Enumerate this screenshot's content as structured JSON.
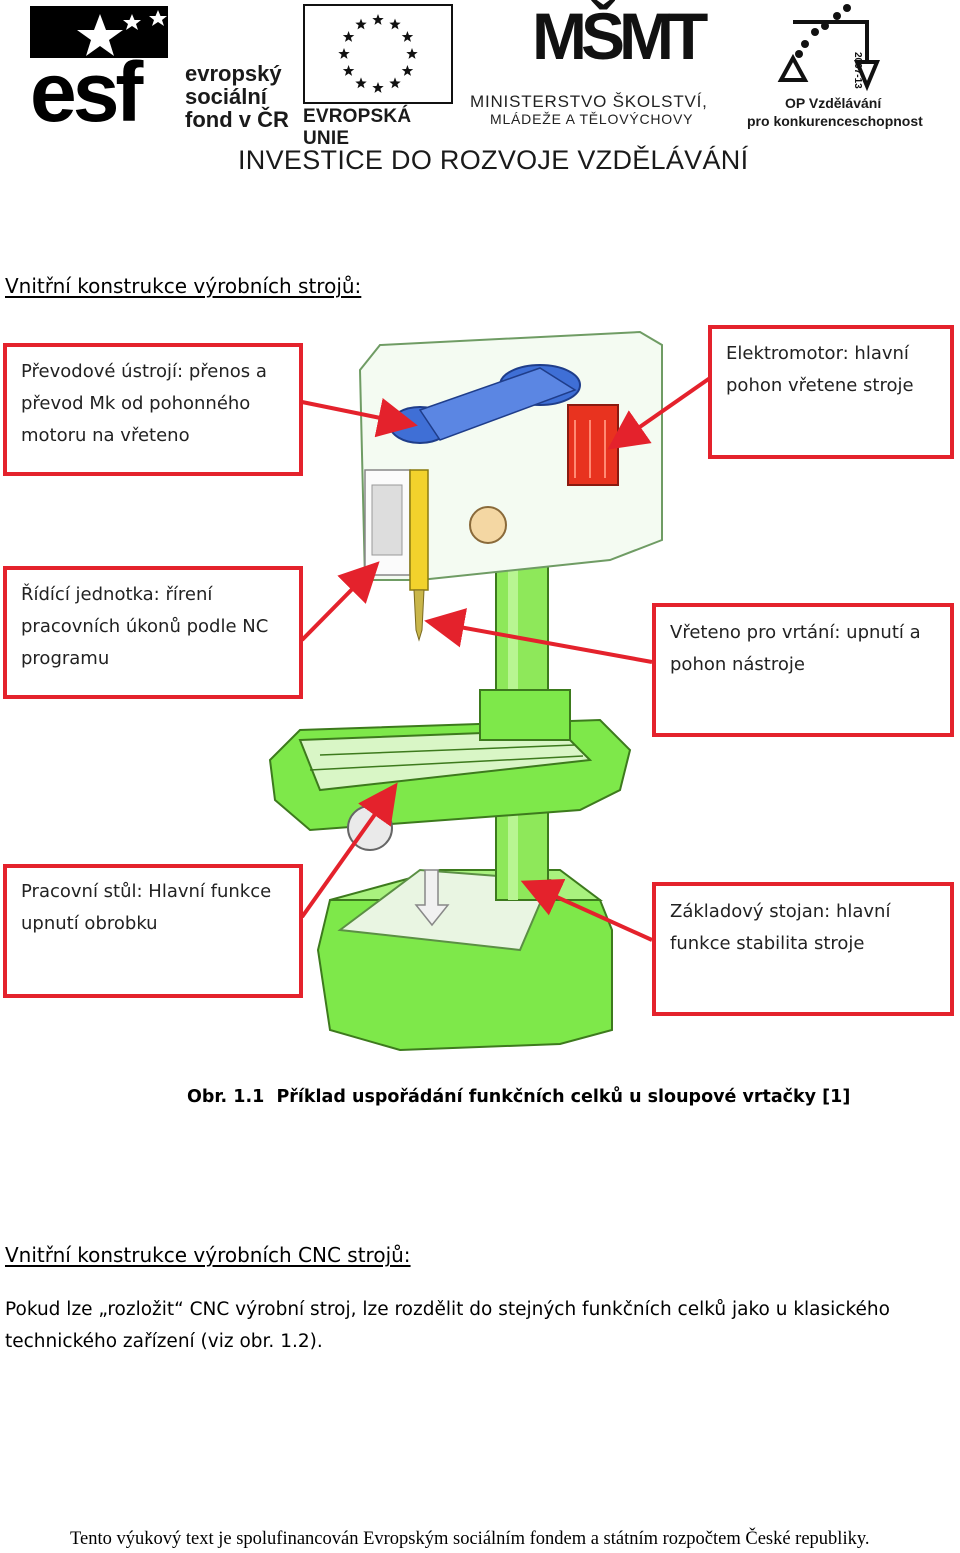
{
  "header": {
    "esf_letters": "esf",
    "esf_lines": [
      "evropský",
      "sociální",
      "fond v ČR"
    ],
    "eu_label": "EVROPSKÁ UNIE",
    "msmt_mark": "MŠMT",
    "msmt_line1": "MINISTERSTVO ŠKOLSTVÍ,",
    "msmt_line2": "MLÁDEŽE A TĚLOVÝCHOVY",
    "op_years": "2007-13",
    "op_line1": "OP Vzdělávání",
    "op_line2": "pro konkurenceschopnost",
    "slogan": "INVESTICE DO ROZVOJE VZDĚLÁVÁNÍ"
  },
  "section1": {
    "heading": "Vnitřní konstrukce výrobních strojů:"
  },
  "callouts": {
    "transmission": "Převodové ústrojí: přenos a převod Mk od pohonného motoru na vřeteno",
    "motor": "Elektromotor: hlavní pohon vřetene stroje",
    "control": "Řídící jednotka: řírení pracovních úkonů podle NC programu",
    "spindle": "Vřeteno pro vrtání: upnutí a pohon nástroje",
    "table": "Pracovní stůl: Hlavní funkce upnutí obrobku",
    "base": "Základový stojan: hlavní funkce stabilita stroje"
  },
  "figure": {
    "caption": "Obr. 1.1  Příklad uspořádání funkčních celků u sloupové vrtačky [1]"
  },
  "section2": {
    "heading": "Vnitřní konstrukce výrobních CNC strojů:",
    "paragraph": "Pokud lze „rozložit“ CNC výrobní stroj, lze rozdělit do stejných funkčních celků jako u klasického technického zařízení (viz obr. 1.2)."
  },
  "footer": {
    "text": "Tento výukový text je spolufinancován Evropským sociálním fondem a státním rozpočtem České republiky."
  },
  "colors": {
    "callout_red": "#e4222c",
    "machine_green": "#7ee84a",
    "motor_red": "#e8331f",
    "gear_blue": "#3f6fd6",
    "spindle_yellow": "#f2d22c"
  }
}
